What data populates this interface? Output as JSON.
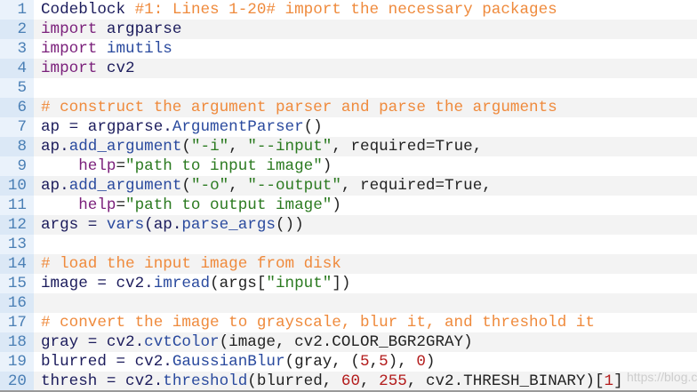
{
  "colors": {
    "keyword": "#7a1f7a",
    "variable": "#1c1c5c",
    "function": "#2a4a9e",
    "string": "#2b7a20",
    "number": "#b31b1b",
    "comment": "#ef8a3c"
  },
  "watermark": "https://blog.c",
  "lines": [
    {
      "num": "1",
      "tokens": [
        [
          "Codeblock ",
          "v"
        ],
        [
          "#1: Lines 1-20# import the necessary packages",
          "c"
        ]
      ]
    },
    {
      "num": "2",
      "tokens": [
        [
          "import",
          "k"
        ],
        [
          " argparse",
          "v"
        ]
      ]
    },
    {
      "num": "3",
      "tokens": [
        [
          "import",
          "k"
        ],
        [
          " imutils",
          "f"
        ]
      ]
    },
    {
      "num": "4",
      "tokens": [
        [
          "import",
          "k"
        ],
        [
          " cv2",
          "v"
        ]
      ]
    },
    {
      "num": "5",
      "tokens": []
    },
    {
      "num": "6",
      "tokens": [
        [
          "# construct the argument parser and parse the arguments",
          "c"
        ]
      ]
    },
    {
      "num": "7",
      "tokens": [
        [
          "ap = argparse.",
          "v"
        ],
        [
          "ArgumentParser",
          "f"
        ],
        [
          "()",
          "p"
        ]
      ]
    },
    {
      "num": "8",
      "tokens": [
        [
          "ap.",
          "v"
        ],
        [
          "add_argument",
          "f"
        ],
        [
          "(",
          "p"
        ],
        [
          "\"-i\"",
          "s"
        ],
        [
          ", ",
          "p"
        ],
        [
          "\"--input\"",
          "s"
        ],
        [
          ", required=True,",
          "p"
        ]
      ]
    },
    {
      "num": "9",
      "tokens": [
        [
          "    help",
          "k"
        ],
        [
          "=",
          "p"
        ],
        [
          "\"path to input image\"",
          "s"
        ],
        [
          ")",
          "p"
        ]
      ]
    },
    {
      "num": "10",
      "tokens": [
        [
          "ap.",
          "v"
        ],
        [
          "add_argument",
          "f"
        ],
        [
          "(",
          "p"
        ],
        [
          "\"-o\"",
          "s"
        ],
        [
          ", ",
          "p"
        ],
        [
          "\"--output\"",
          "s"
        ],
        [
          ", required=True,",
          "p"
        ]
      ]
    },
    {
      "num": "11",
      "tokens": [
        [
          "    help",
          "k"
        ],
        [
          "=",
          "p"
        ],
        [
          "\"path to output image\"",
          "s"
        ],
        [
          ")",
          "p"
        ]
      ]
    },
    {
      "num": "12",
      "tokens": [
        [
          "args = ",
          "v"
        ],
        [
          "vars",
          "f"
        ],
        [
          "(ap.",
          "v"
        ],
        [
          "parse_args",
          "f"
        ],
        [
          "())",
          "p"
        ]
      ]
    },
    {
      "num": "13",
      "tokens": []
    },
    {
      "num": "14",
      "tokens": [
        [
          "# load the input image from disk",
          "c"
        ]
      ]
    },
    {
      "num": "15",
      "tokens": [
        [
          "image = cv2.",
          "v"
        ],
        [
          "imread",
          "f"
        ],
        [
          "(args[",
          "p"
        ],
        [
          "\"input\"",
          "s"
        ],
        [
          "])",
          "p"
        ]
      ]
    },
    {
      "num": "16",
      "tokens": []
    },
    {
      "num": "17",
      "tokens": [
        [
          "# convert the image to grayscale, blur it, and threshold it",
          "c"
        ]
      ]
    },
    {
      "num": "18",
      "tokens": [
        [
          "gray = cv2.",
          "v"
        ],
        [
          "cvtColor",
          "f"
        ],
        [
          "(image, cv2.COLOR_BGR2GRAY)",
          "p"
        ]
      ]
    },
    {
      "num": "19",
      "tokens": [
        [
          "blurred = cv2.",
          "v"
        ],
        [
          "GaussianBlur",
          "f"
        ],
        [
          "(gray, (",
          "p"
        ],
        [
          "5",
          "n"
        ],
        [
          ",",
          "p"
        ],
        [
          "5",
          "n"
        ],
        [
          "), ",
          "p"
        ],
        [
          "0",
          "n"
        ],
        [
          ")",
          "p"
        ]
      ]
    },
    {
      "num": "20",
      "tokens": [
        [
          "thresh = cv2.",
          "v"
        ],
        [
          "threshold",
          "f"
        ],
        [
          "(blurred, ",
          "p"
        ],
        [
          "60",
          "n"
        ],
        [
          ", ",
          "p"
        ],
        [
          "255",
          "n"
        ],
        [
          ", cv2.THRESH_BINARY)[",
          "p"
        ],
        [
          "1",
          "n"
        ],
        [
          "]",
          "p"
        ]
      ]
    }
  ]
}
